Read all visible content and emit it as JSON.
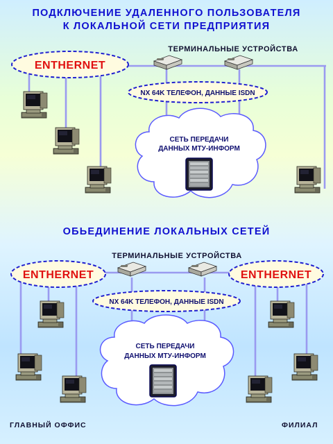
{
  "section1": {
    "title_line1": "ПОДКЛЮЧЕНИЕ  УДАЛЕННОГО  ПОЛЬЗОВАТЕЛЯ",
    "title_line2": "К  ЛОКАЛЬНОЙ  СЕТИ  ПРЕДПРИЯТИЯ",
    "terminals_label": "ТЕРМИНАЛЬНЫЕ  УСТРОЙСТВА",
    "lan_label": "ENTHERNET",
    "isdn_label": "NX 64K ТЕЛЕФОН, ДАННЫЕ ISDN",
    "cloud_line1": "СЕТЬ ПЕРЕДАЧИ",
    "cloud_line2": "ДАННЫХ МТУ-ИНФОРМ"
  },
  "section2": {
    "title": "ОБЬЕДИНЕНИЕ  ЛОКАЛЬНЫХ  СЕТЕЙ",
    "terminals_label": "ТЕРМИНАЛЬНЫЕ  УСТРОЙСТВА",
    "lan_left_label": "ENTHERNET",
    "lan_right_label": "ENTHERNET",
    "isdn_label": "NX 64K ТЕЛЕФОН, ДАННЫЕ ISDN",
    "cloud_line1": "СЕТЬ ПЕРЕДАЧИ",
    "cloud_line2": "ДАННЫХ МТУ-ИНФОРМ",
    "main_office_label": "ГЛАВНЫЙ  ОФФИС",
    "branch_label": "ФИЛИАЛ"
  },
  "colors": {
    "title": "#1010d0",
    "ethernet": "#e01010",
    "wire": "#9a9af0",
    "ellipse_border": "#2020d0"
  }
}
